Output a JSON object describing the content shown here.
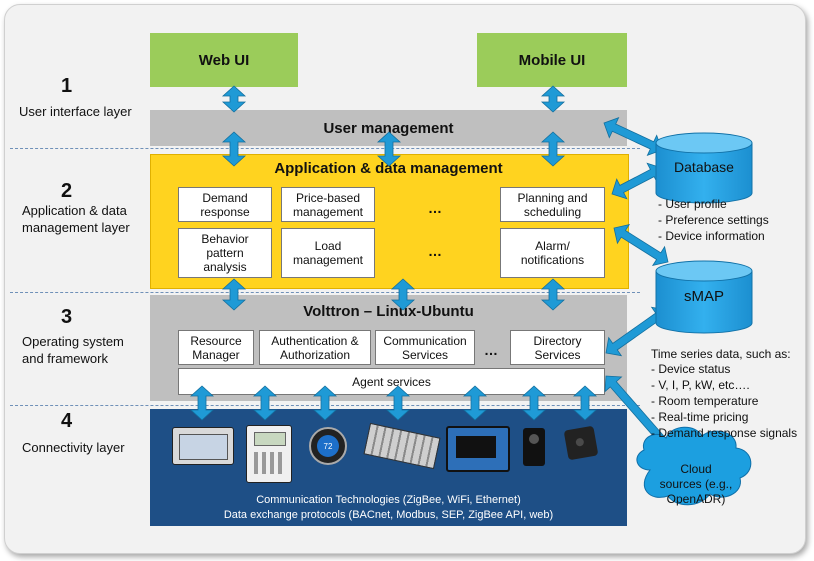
{
  "top": {
    "web_ui": "Web UI",
    "mobile_ui": "Mobile UI"
  },
  "layers": [
    {
      "num": "1",
      "name": "User interface layer"
    },
    {
      "num": "2",
      "name": "Application & data\nmanagement layer"
    },
    {
      "num": "3",
      "name": "Operating system\nand framework"
    },
    {
      "num": "4",
      "name": "Connectivity layer"
    }
  ],
  "user_mgmt": "User management",
  "app": {
    "title": "Application & data management",
    "modules": [
      "Demand\nresponse",
      "Price-based\nmanagement",
      "Planning and\nscheduling",
      "Behavior\npattern\nanalysis",
      "Load\nmanagement",
      "Alarm/\nnotifications"
    ],
    "ellipsis": "…"
  },
  "os": {
    "title": "Volttron – Linux-Ubuntu",
    "modules": [
      "Resource\nManager",
      "Authentication &\nAuthorization",
      "Communication\nServices",
      "Directory\nServices"
    ],
    "ellipsis": "…",
    "agent_services": "Agent services"
  },
  "connectivity": {
    "line1": "Communication Technologies (ZigBee, WiFi, Ethernet)",
    "line2": "Data exchange protocols (BACnet, Modbus, SEP, ZigBee API, web)",
    "thermostat_reading": "72"
  },
  "database": {
    "label": "Database",
    "items": [
      "User profile",
      "Preference settings",
      "Device information"
    ]
  },
  "smap": {
    "label": "sMAP",
    "caption": "Time series data, such as:",
    "items": [
      "Device status",
      "V, I, P, kW, etc….",
      "Room temperature",
      "Real-time pricing",
      "Demand response signals"
    ]
  },
  "cloud": {
    "label": "Cloud\nsources (e.g.,\nOpenADR)"
  },
  "colors": {
    "ui_green": "#9bcc5a",
    "gray_layer": "#bfbfbf",
    "app_yellow": "#ffd31f",
    "connectivity_blue": "#1e4f86",
    "arrow_blue": "#1f9ad6",
    "cylinder_blue": "#1c9fe0"
  }
}
